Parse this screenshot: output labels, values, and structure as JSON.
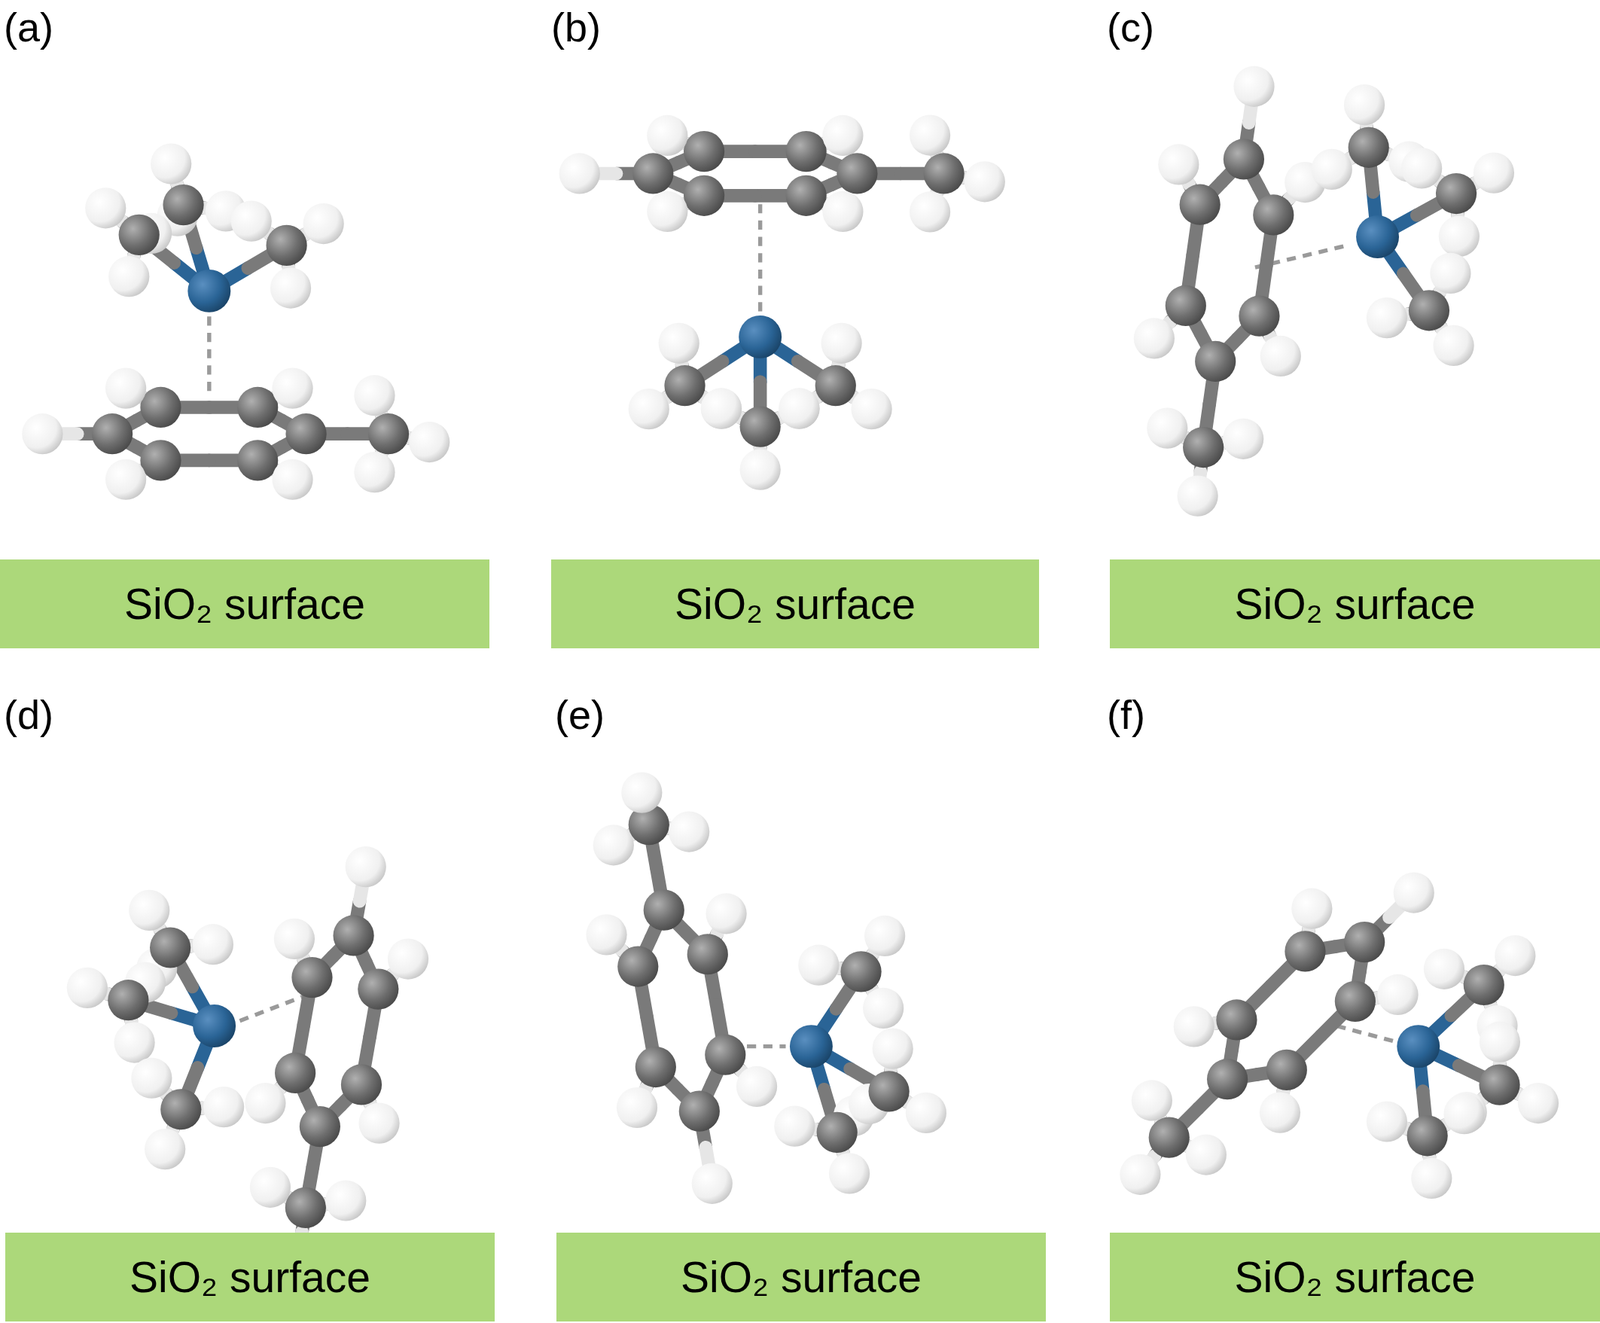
{
  "diagram": {
    "nodes": [
      {
        "text": [
          "SiO₂ surface"
        ]
      },
      {
        "text": [
          "SiO₂ surface"
        ]
      },
      {
        "text": [
          "SiO₂ surface"
        ]
      },
      {
        "text": [
          "SiO₂ surface"
        ]
      },
      {
        "text": [
          "SiO₂ surface"
        ]
      },
      {
        "text": [
          "SiO₂ surface"
        ]
      }
    ],
    "edges": [],
    "labels": [
      "(a)",
      "(b)",
      "(c)",
      "(d)",
      "(e)",
      "(f)"
    ]
  }
}
